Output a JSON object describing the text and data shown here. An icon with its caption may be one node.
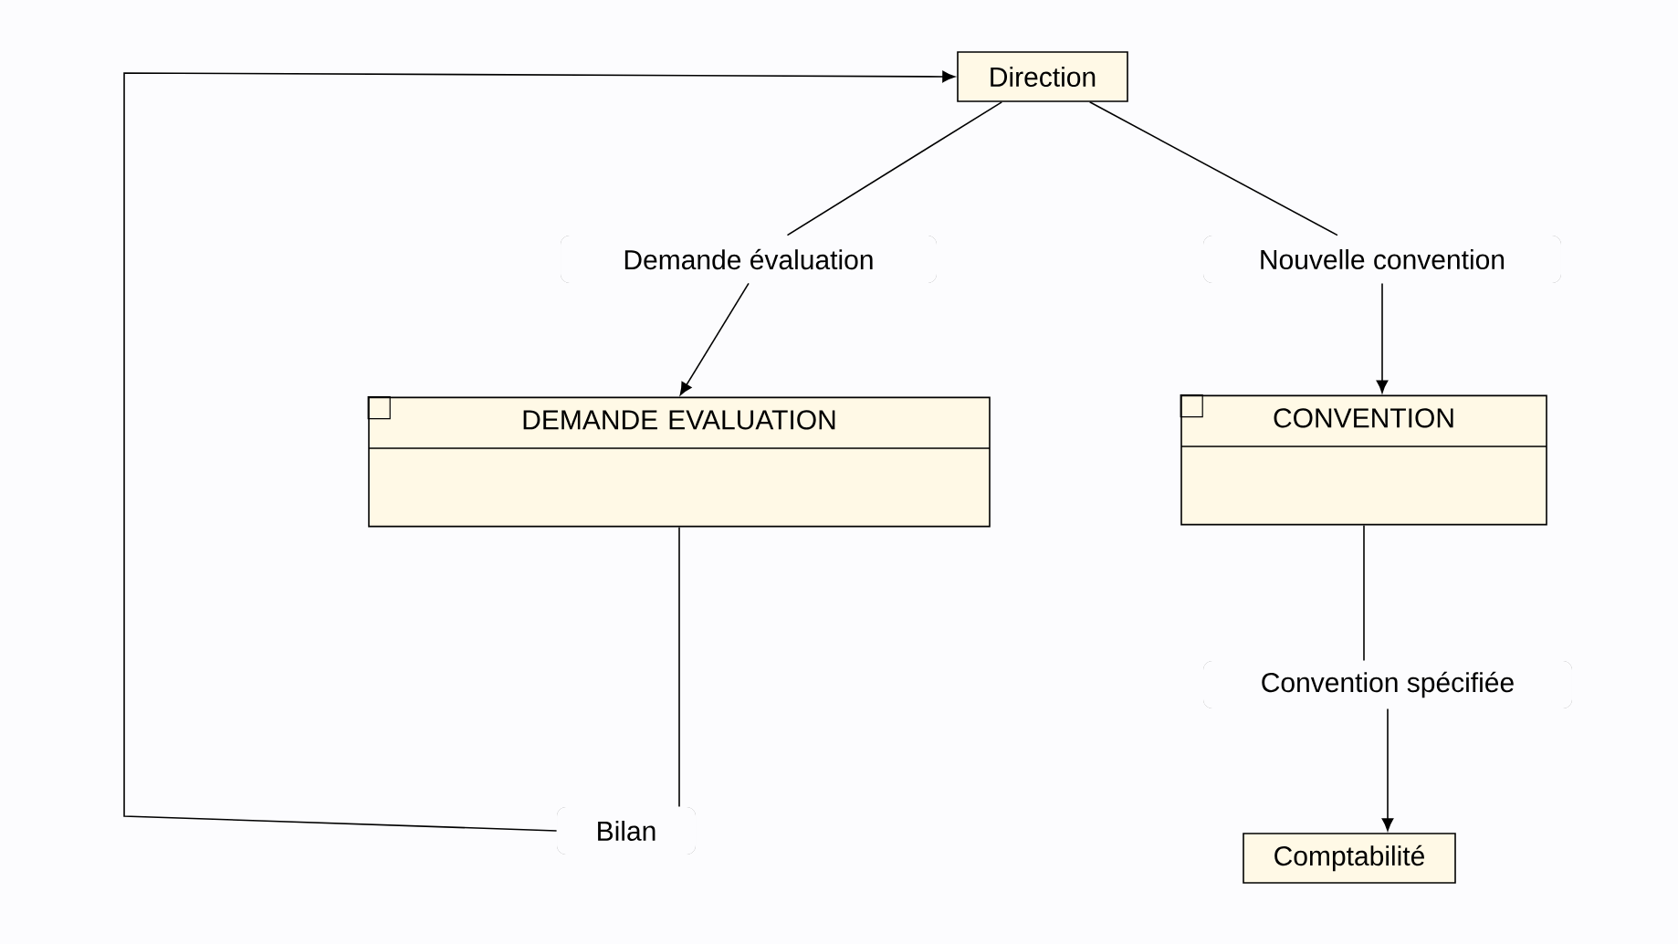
{
  "diagram": {
    "nodes": [
      {
        "text": [
          "Direction"
        ]
      },
      {
        "text": [
          "Demande évaluation"
        ]
      },
      {
        "text": [
          "Nouvelle convention"
        ]
      },
      {
        "text": [
          "DEMANDE EVALUATION"
        ]
      },
      {
        "text": [
          "CONVENTION"
        ]
      },
      {
        "text": [
          "Convention spécifiée"
        ]
      },
      {
        "text": [
          "Bilan"
        ]
      },
      {
        "text": [
          "Comptabilité"
        ]
      }
    ],
    "edges": [
      {
        "from": 0,
        "to": 1,
        "arrow": "none"
      },
      {
        "from": 0,
        "to": 2,
        "arrow": "none"
      },
      {
        "from": 1,
        "to": 3,
        "arrow": "to"
      },
      {
        "from": 2,
        "to": 4,
        "arrow": "to"
      },
      {
        "from": 3,
        "to": 6,
        "arrow": "none"
      },
      {
        "from": 4,
        "to": 5,
        "arrow": "none"
      },
      {
        "from": 5,
        "to": 7,
        "arrow": "to"
      },
      {
        "from": 6,
        "to": 0,
        "arrow": "to"
      }
    ]
  }
}
